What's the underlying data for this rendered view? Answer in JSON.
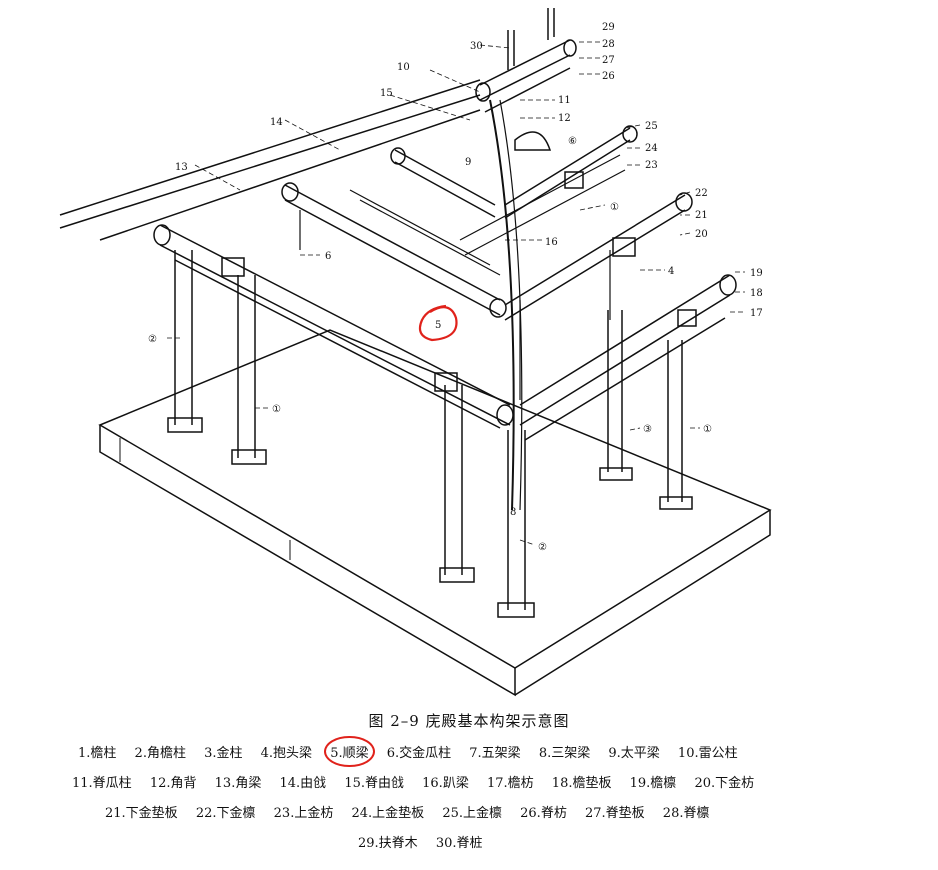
{
  "figure": {
    "caption": "图 2–9   庑殿基本构架示意图",
    "annotation_mark": "5",
    "callouts": {
      "n1a": "①",
      "n1b": "①",
      "n1c": "①",
      "n2a": "②",
      "n2b": "②",
      "n3": "③",
      "n6": "⑥",
      "n4": "4",
      "n5": "5",
      "n6b": "6",
      "n8": "8",
      "n9": "9",
      "n10": "10",
      "n11": "11",
      "n12": "12",
      "n13": "13",
      "n14": "14",
      "n15": "15",
      "n16": "16",
      "n17": "17",
      "n18": "18",
      "n19": "19",
      "n20": "20",
      "n21": "21",
      "n22": "22",
      "n23": "23",
      "n24": "24",
      "n25": "25",
      "n26": "26",
      "n27": "27",
      "n28": "28",
      "n29": "29",
      "n30": "30"
    }
  },
  "legend": {
    "row1": [
      "1.檐柱",
      "2.角檐柱",
      "3.金柱",
      "4.抱头梁",
      "5.顺梁",
      "6.交金瓜柱",
      "7.五架梁",
      "8.三架梁",
      "9.太平梁",
      "10.雷公柱"
    ],
    "row2": [
      "11.脊瓜柱",
      "12.角背",
      "13.角梁",
      "14.由戗",
      "15.脊由戗",
      "16.趴梁",
      "17.檐枋",
      "18.檐垫板",
      "19.檐檩",
      "20.下金枋"
    ],
    "row3": [
      "21.下金垫板",
      "22.下金檩",
      "23.上金枋",
      "24.上金垫板",
      "25.上金檩",
      "26.脊枋",
      "27.脊垫板",
      "28.脊檩"
    ],
    "row4": [
      "29.扶脊木",
      "30.脊桩"
    ]
  },
  "colors": {
    "annotation": "#e0221b",
    "ink": "#111111"
  }
}
